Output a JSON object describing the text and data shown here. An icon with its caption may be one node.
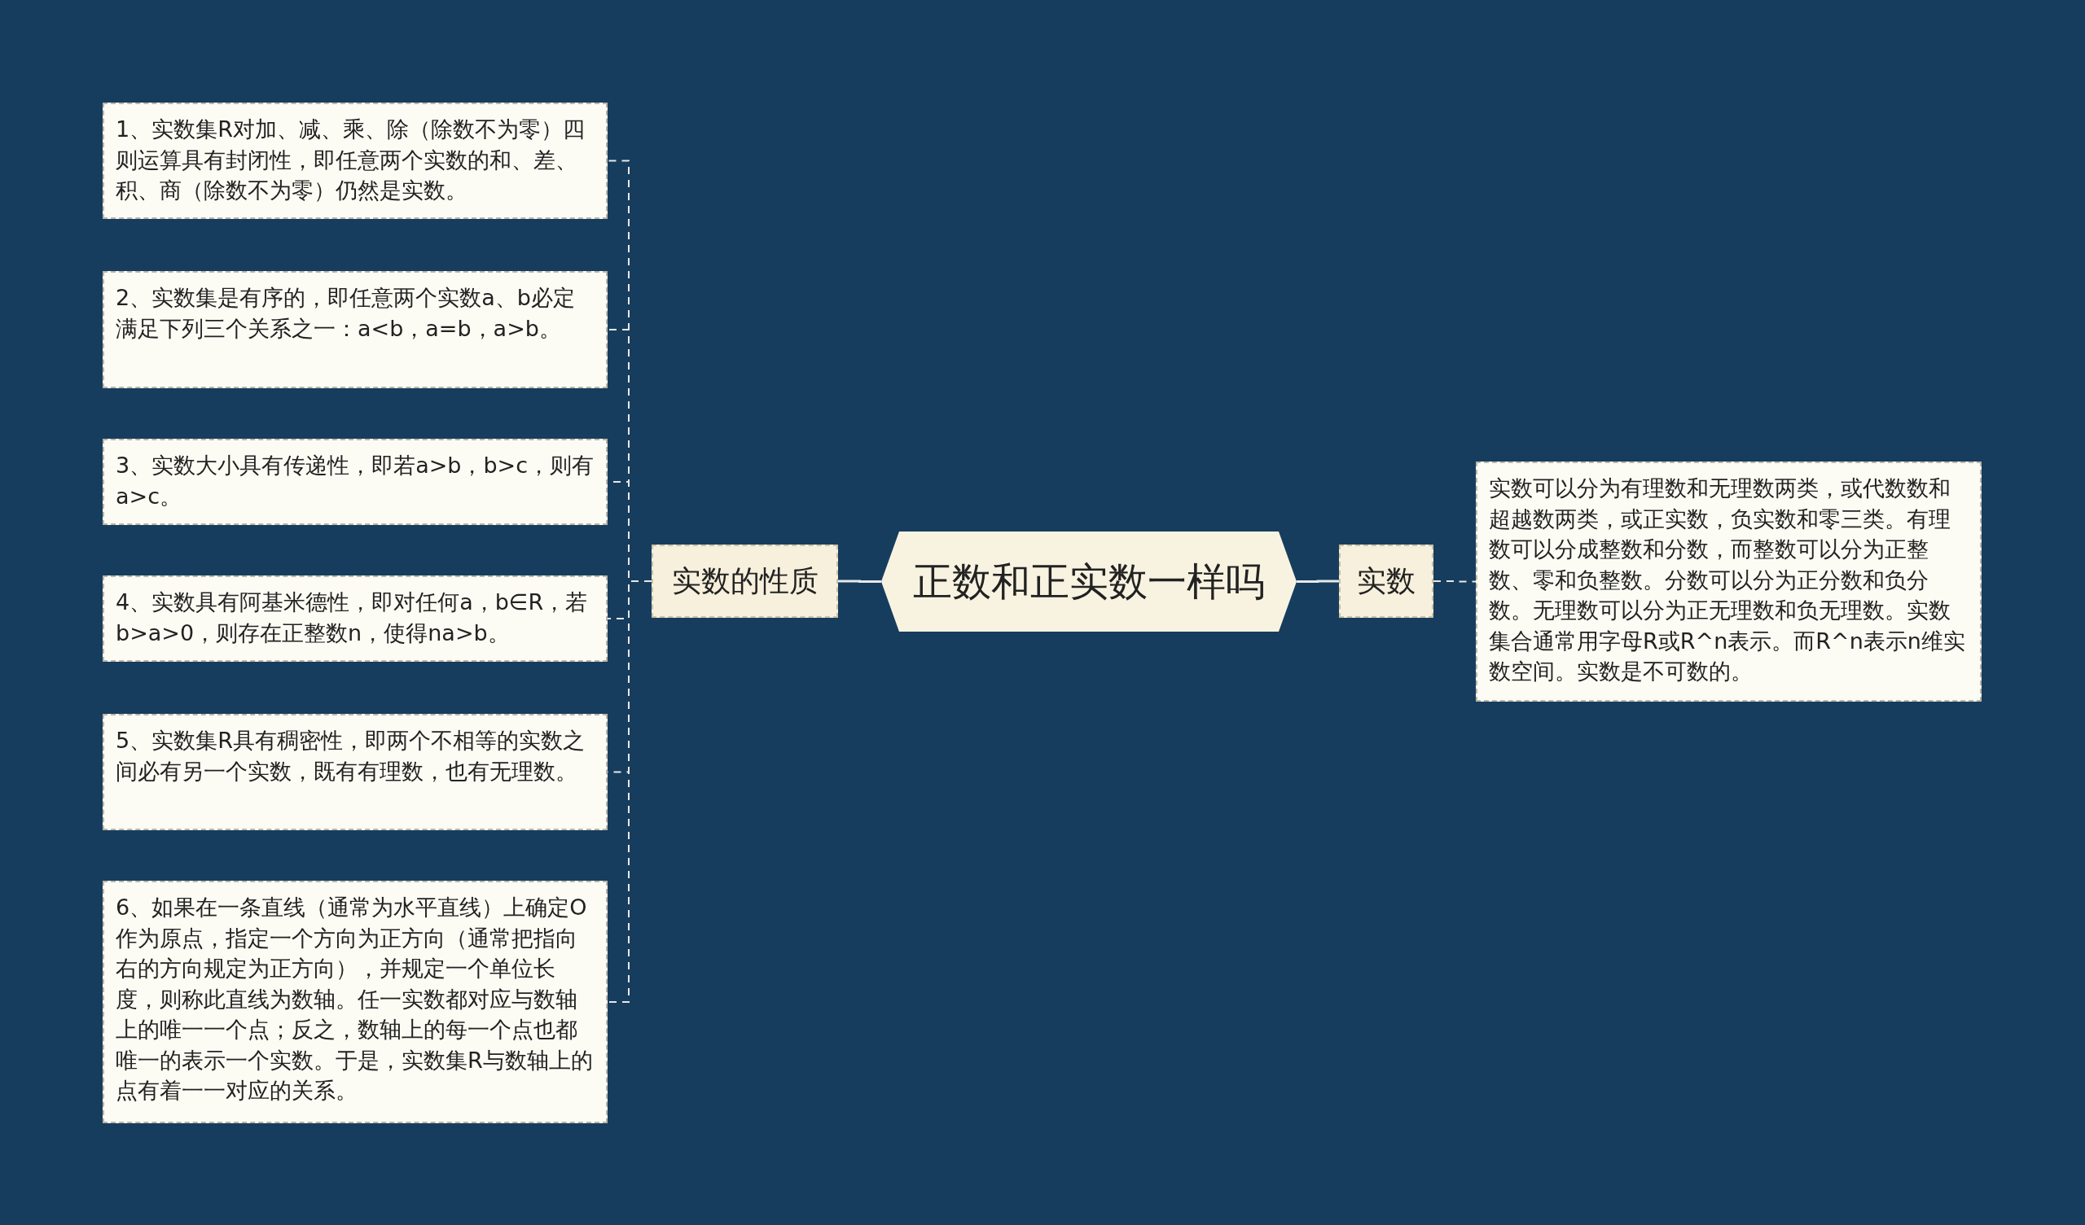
{
  "diagram": {
    "nodes": [
      {
        "text": [
          "正数和正实数一样吗"
        ]
      },
      {
        "text": [
          "实数的性质"
        ]
      },
      {
        "text": [
          "1、实数集R对加、减、乘、除（除数不为零）四则运算具有封闭性，即任意两个实数的和、差、积、商（除数不为零）仍然是实数。"
        ]
      },
      {
        "text": [
          "2、实数集是有序的，即任意两个实数a、b必定满足下列三个关系之一：a<b，a=b，a>b。"
        ]
      },
      {
        "text": [
          "3、实数大小具有传递性，即若a>b，b>c，则有a>c。"
        ]
      },
      {
        "text": [
          "4、实数具有阿基米德性，即对任何a，b∈R，若b>a>0，则存在正整数n，使得na>b。"
        ]
      },
      {
        "text": [
          "5、实数集R具有稠密性，即两个不相等的实数之间必有另一个实数，既有有理数，也有无理数。"
        ]
      },
      {
        "text": [
          "6、如果在一条直线（通常为水平直线）上确定O作为原点，指定一个方向为正方向（通常把指向右的方向规定为正方向），并规定一个单位长度，则称此直线为数轴。任一实数都对应与数轴上的唯一一个点；反之，数轴上的每一个点也都唯一的表示一个实数。于是，实数集R与数轴上的点有着一一对应的关系。"
        ]
      },
      {
        "text": [
          "实数"
        ]
      },
      {
        "text": [
          "实数可以分为有理数和无理数两类，或代数数和超越数两类，或正实数，负实数和零三类。有理数可以分成整数和分数，而整数可以分为正整数、零和负整数。分数可以分为正分数和负分数。无理数可以分为正无理数和负无理数。实数集合通常用字母R或R^n表示。而R^n表示n维实数空间。实数是不可数的。"
        ]
      }
    ],
    "edges": [
      {
        "from": 0,
        "to": 1,
        "arrow": "none"
      },
      {
        "from": 1,
        "to": 2,
        "arrow": "none",
        "style": "dashed"
      },
      {
        "from": 1,
        "to": 3,
        "arrow": "none",
        "style": "dashed"
      },
      {
        "from": 1,
        "to": 4,
        "arrow": "none",
        "style": "dashed"
      },
      {
        "from": 1,
        "to": 5,
        "arrow": "none",
        "style": "dashed"
      },
      {
        "from": 1,
        "to": 6,
        "arrow": "none",
        "style": "dashed"
      },
      {
        "from": 1,
        "to": 7,
        "arrow": "none",
        "style": "dashed"
      },
      {
        "from": 0,
        "to": 8,
        "arrow": "none"
      },
      {
        "from": 8,
        "to": 9,
        "arrow": "none",
        "style": "dashed"
      }
    ]
  }
}
